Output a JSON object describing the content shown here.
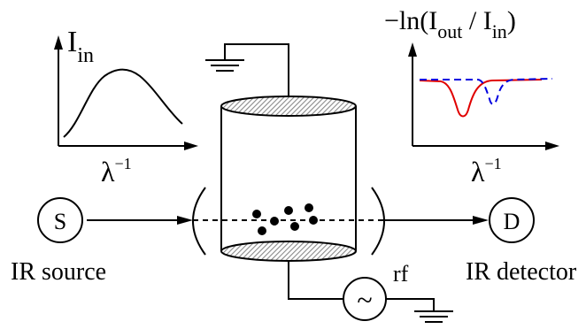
{
  "labels": {
    "iin_main": "I",
    "iin_sub": "in",
    "lambda_left": "λ",
    "lambda_left_exp": "−1",
    "absorbance_prefix": "−ln(I",
    "absorbance_out_sub": "out",
    "absorbance_mid": " / I",
    "absorbance_in_sub": "in",
    "absorbance_suffix": ")",
    "lambda_right": "λ",
    "lambda_right_exp": "−1",
    "source_symbol": "S",
    "detector_symbol": "D",
    "source_caption": "IR source",
    "detector_caption": "IR detector",
    "rf_label": "rf",
    "rf_symbol": "~"
  },
  "colors": {
    "line": "#000000",
    "absorption_red": "#e00000",
    "absorption_blue": "#0000e0",
    "plate_hatch": "#8a8a8a"
  },
  "icons": {
    "ground": "ground-symbol-icon",
    "rf_source": "ac-source-icon",
    "ions": "ion-dots-icon"
  }
}
